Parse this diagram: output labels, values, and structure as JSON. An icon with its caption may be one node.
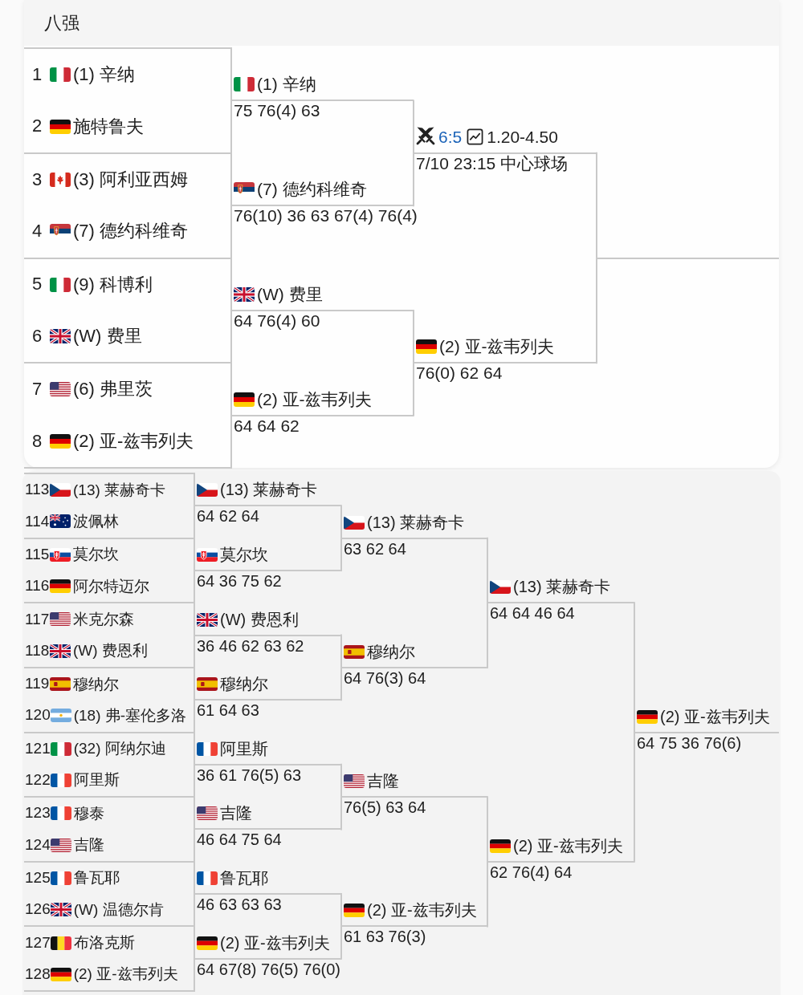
{
  "diagram": {
    "title": "八强",
    "nodes": [
      {
        "text": [
          "1",
          "(1) 辛纳"
        ]
      },
      {
        "text": [
          "2",
          "施特鲁夫"
        ]
      },
      {
        "text": [
          "3",
          "(3) 阿利亚西姆"
        ]
      },
      {
        "text": [
          "4",
          "(7) 德约科维奇"
        ]
      },
      {
        "text": [
          "5",
          "(9) 科博利"
        ]
      },
      {
        "text": [
          "6",
          "(W) 费里"
        ]
      },
      {
        "text": [
          "7",
          "(6) 弗里茨"
        ]
      },
      {
        "text": [
          "8",
          "(2) 亚-兹韦列夫"
        ]
      },
      {
        "text": [
          "(1) 辛纳"
        ],
        "beside": [
          "75 76(4) 63"
        ]
      },
      {
        "text": [
          "(7) 德约科维奇"
        ],
        "beside": [
          "76(10) 36 63 67(4) 76(4)"
        ]
      },
      {
        "text": [
          "(W) 费里"
        ],
        "beside": [
          "64 76(4) 60"
        ]
      },
      {
        "text": [
          "(2) 亚-兹韦列夫"
        ],
        "beside": [
          "64 64 62"
        ]
      },
      {
        "text": [
          "6:5",
          "1.20-4.50"
        ],
        "beside": [
          "7/10 23:15 中心球场"
        ]
      },
      {
        "text": [
          "(2) 亚-兹韦列夫"
        ],
        "beside": [
          "76(0) 62 64"
        ]
      },
      {
        "text": [],
        "shape": "line"
      },
      {
        "text": [
          "113",
          "(13) 莱赫奇卡"
        ]
      },
      {
        "text": [
          "114",
          "波佩林"
        ]
      },
      {
        "text": [
          "115",
          "莫尔坎"
        ]
      },
      {
        "text": [
          "116",
          "阿尔特迈尔"
        ]
      },
      {
        "text": [
          "117",
          "米克尔森"
        ]
      },
      {
        "text": [
          "118",
          "(W) 费恩利"
        ]
      },
      {
        "text": [
          "119",
          "穆纳尔"
        ]
      },
      {
        "text": [
          "120",
          "(18) 弗-塞伦多洛"
        ]
      },
      {
        "text": [
          "121",
          "(32) 阿纳尔迪"
        ]
      },
      {
        "text": [
          "122",
          "阿里斯"
        ]
      },
      {
        "text": [
          "123",
          "穆泰"
        ]
      },
      {
        "text": [
          "124",
          "吉隆"
        ]
      },
      {
        "text": [
          "125",
          "鲁瓦耶"
        ]
      },
      {
        "text": [
          "126",
          "(W) 温德尔肯"
        ]
      },
      {
        "text": [
          "127",
          "布洛克斯"
        ]
      },
      {
        "text": [
          "128",
          "(2) 亚-兹韦列夫"
        ]
      },
      {
        "text": [
          "(13) 莱赫奇卡"
        ],
        "beside": [
          "64 62 64"
        ]
      },
      {
        "text": [
          "莫尔坎"
        ],
        "beside": [
          "64 36 75 62"
        ]
      },
      {
        "text": [
          "(W) 费恩利"
        ],
        "beside": [
          "36 46 62 63 62"
        ]
      },
      {
        "text": [
          "穆纳尔"
        ],
        "beside": [
          "61 64 63"
        ]
      },
      {
        "text": [
          "阿里斯"
        ],
        "beside": [
          "36 61 76(5) 63"
        ]
      },
      {
        "text": [
          "吉隆"
        ],
        "beside": [
          "46 64 75 64"
        ]
      },
      {
        "text": [
          "鲁瓦耶"
        ],
        "beside": [
          "46 63 63 63"
        ]
      },
      {
        "text": [
          "(2) 亚-兹韦列夫"
        ],
        "beside": [
          "64 67(8) 76(5) 76(0)"
        ]
      },
      {
        "text": [
          "(13) 莱赫奇卡"
        ],
        "beside": [
          "63 62 64"
        ]
      },
      {
        "text": [
          "穆纳尔"
        ],
        "beside": [
          "64 76(3) 64"
        ]
      },
      {
        "text": [
          "吉隆"
        ],
        "beside": [
          "76(5) 63 64"
        ]
      },
      {
        "text": [
          "(2) 亚-兹韦列夫"
        ],
        "beside": [
          "61 63 76(3)"
        ]
      },
      {
        "text": [
          "(13) 莱赫奇卡"
        ],
        "beside": [
          "64 64 46 64"
        ]
      },
      {
        "text": [
          "(2) 亚-兹韦列夫"
        ],
        "beside": [
          "62 76(4) 64"
        ]
      },
      {
        "text": [
          "(2) 亚-兹韦列夫"
        ],
        "beside": [
          "64 75 36 76(6)"
        ]
      }
    ],
    "edges": [
      {
        "from": 0,
        "to": 8,
        "arrow": "none"
      },
      {
        "from": 1,
        "to": 8,
        "arrow": "none"
      },
      {
        "from": 2,
        "to": 9,
        "arrow": "none"
      },
      {
        "from": 3,
        "to": 9,
        "arrow": "none"
      },
      {
        "from": 4,
        "to": 10,
        "arrow": "none"
      },
      {
        "from": 5,
        "to": 10,
        "arrow": "none"
      },
      {
        "from": 6,
        "to": 11,
        "arrow": "none"
      },
      {
        "from": 7,
        "to": 11,
        "arrow": "none"
      },
      {
        "from": 8,
        "to": 12,
        "arrow": "none"
      },
      {
        "from": 9,
        "to": 12,
        "arrow": "none"
      },
      {
        "from": 10,
        "to": 13,
        "arrow": "none"
      },
      {
        "from": 11,
        "to": 13,
        "arrow": "none"
      },
      {
        "from": 12,
        "to": 14,
        "arrow": "none"
      },
      {
        "from": 13,
        "to": 14,
        "arrow": "none"
      },
      {
        "from": 15,
        "to": 31,
        "arrow": "none"
      },
      {
        "from": 16,
        "to": 31,
        "arrow": "none"
      },
      {
        "from": 17,
        "to": 32,
        "arrow": "none"
      },
      {
        "from": 18,
        "to": 32,
        "arrow": "none"
      },
      {
        "from": 19,
        "to": 33,
        "arrow": "none"
      },
      {
        "from": 20,
        "to": 33,
        "arrow": "none"
      },
      {
        "from": 21,
        "to": 34,
        "arrow": "none"
      },
      {
        "from": 22,
        "to": 34,
        "arrow": "none"
      },
      {
        "from": 23,
        "to": 35,
        "arrow": "none"
      },
      {
        "from": 24,
        "to": 35,
        "arrow": "none"
      },
      {
        "from": 25,
        "to": 36,
        "arrow": "none"
      },
      {
        "from": 26,
        "to": 36,
        "arrow": "none"
      },
      {
        "from": 27,
        "to": 37,
        "arrow": "none"
      },
      {
        "from": 28,
        "to": 37,
        "arrow": "none"
      },
      {
        "from": 29,
        "to": 38,
        "arrow": "none"
      },
      {
        "from": 30,
        "to": 38,
        "arrow": "none"
      },
      {
        "from": 31,
        "to": 39,
        "arrow": "none"
      },
      {
        "from": 32,
        "to": 39,
        "arrow": "none"
      },
      {
        "from": 33,
        "to": 40,
        "arrow": "none"
      },
      {
        "from": 34,
        "to": 40,
        "arrow": "none"
      },
      {
        "from": 35,
        "to": 41,
        "arrow": "none"
      },
      {
        "from": 36,
        "to": 41,
        "arrow": "none"
      },
      {
        "from": 37,
        "to": 42,
        "arrow": "none"
      },
      {
        "from": 38,
        "to": 42,
        "arrow": "none"
      },
      {
        "from": 39,
        "to": 43,
        "arrow": "none"
      },
      {
        "from": 40,
        "to": 43,
        "arrow": "none"
      },
      {
        "from": 41,
        "to": 44,
        "arrow": "none"
      },
      {
        "from": 42,
        "to": 44,
        "arrow": "none"
      },
      {
        "from": 43,
        "to": 45,
        "arrow": "none"
      },
      {
        "from": 44,
        "to": 45,
        "arrow": "none"
      }
    ]
  }
}
